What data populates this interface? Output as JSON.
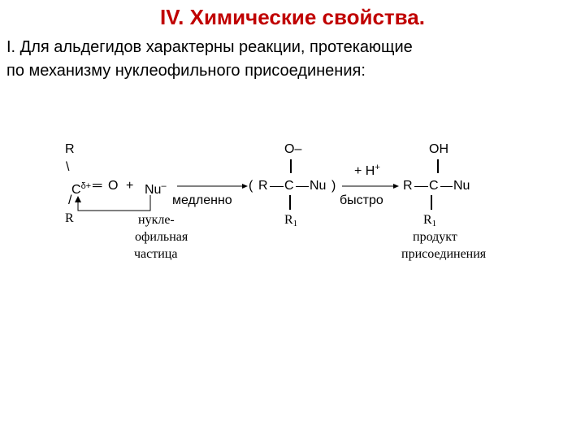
{
  "slide": {
    "title": "IV. Химические свойства.",
    "intro_line1": "I. Для альдегидов характерны реакции, протекающие",
    "intro_line2": "по механизму нуклеофильного присоединения:"
  },
  "scheme": {
    "aldehyde": {
      "r_top": "R",
      "bond_top": "\\",
      "carbon": "C",
      "charge": "δ+",
      "double_bond": "═",
      "oxygen": "O",
      "bond_bottom": "/",
      "r_bottom": "R"
    },
    "plus": "+",
    "nucleophile": {
      "symbol": "Nu",
      "charge": "–",
      "caption_line1": "нукле-",
      "caption_line2": "офильная",
      "caption_line3": "частица"
    },
    "step1": {
      "condition": "медленно"
    },
    "intermediate": {
      "open_paren": "(",
      "r": "R",
      "carbon": "C",
      "nu": "Nu",
      "close_paren": ")",
      "top_group": "O–",
      "bottom_group": "R",
      "bottom_sub": "1"
    },
    "step2": {
      "reagent": "+ H",
      "reagent_charge": "+",
      "condition": "быстро"
    },
    "product": {
      "r": "R",
      "carbon": "C",
      "nu": "Nu",
      "top_group": "OH",
      "bottom_group": "R",
      "bottom_sub": "1",
      "caption_line1": "продукт",
      "caption_line2": "присоединения"
    }
  }
}
